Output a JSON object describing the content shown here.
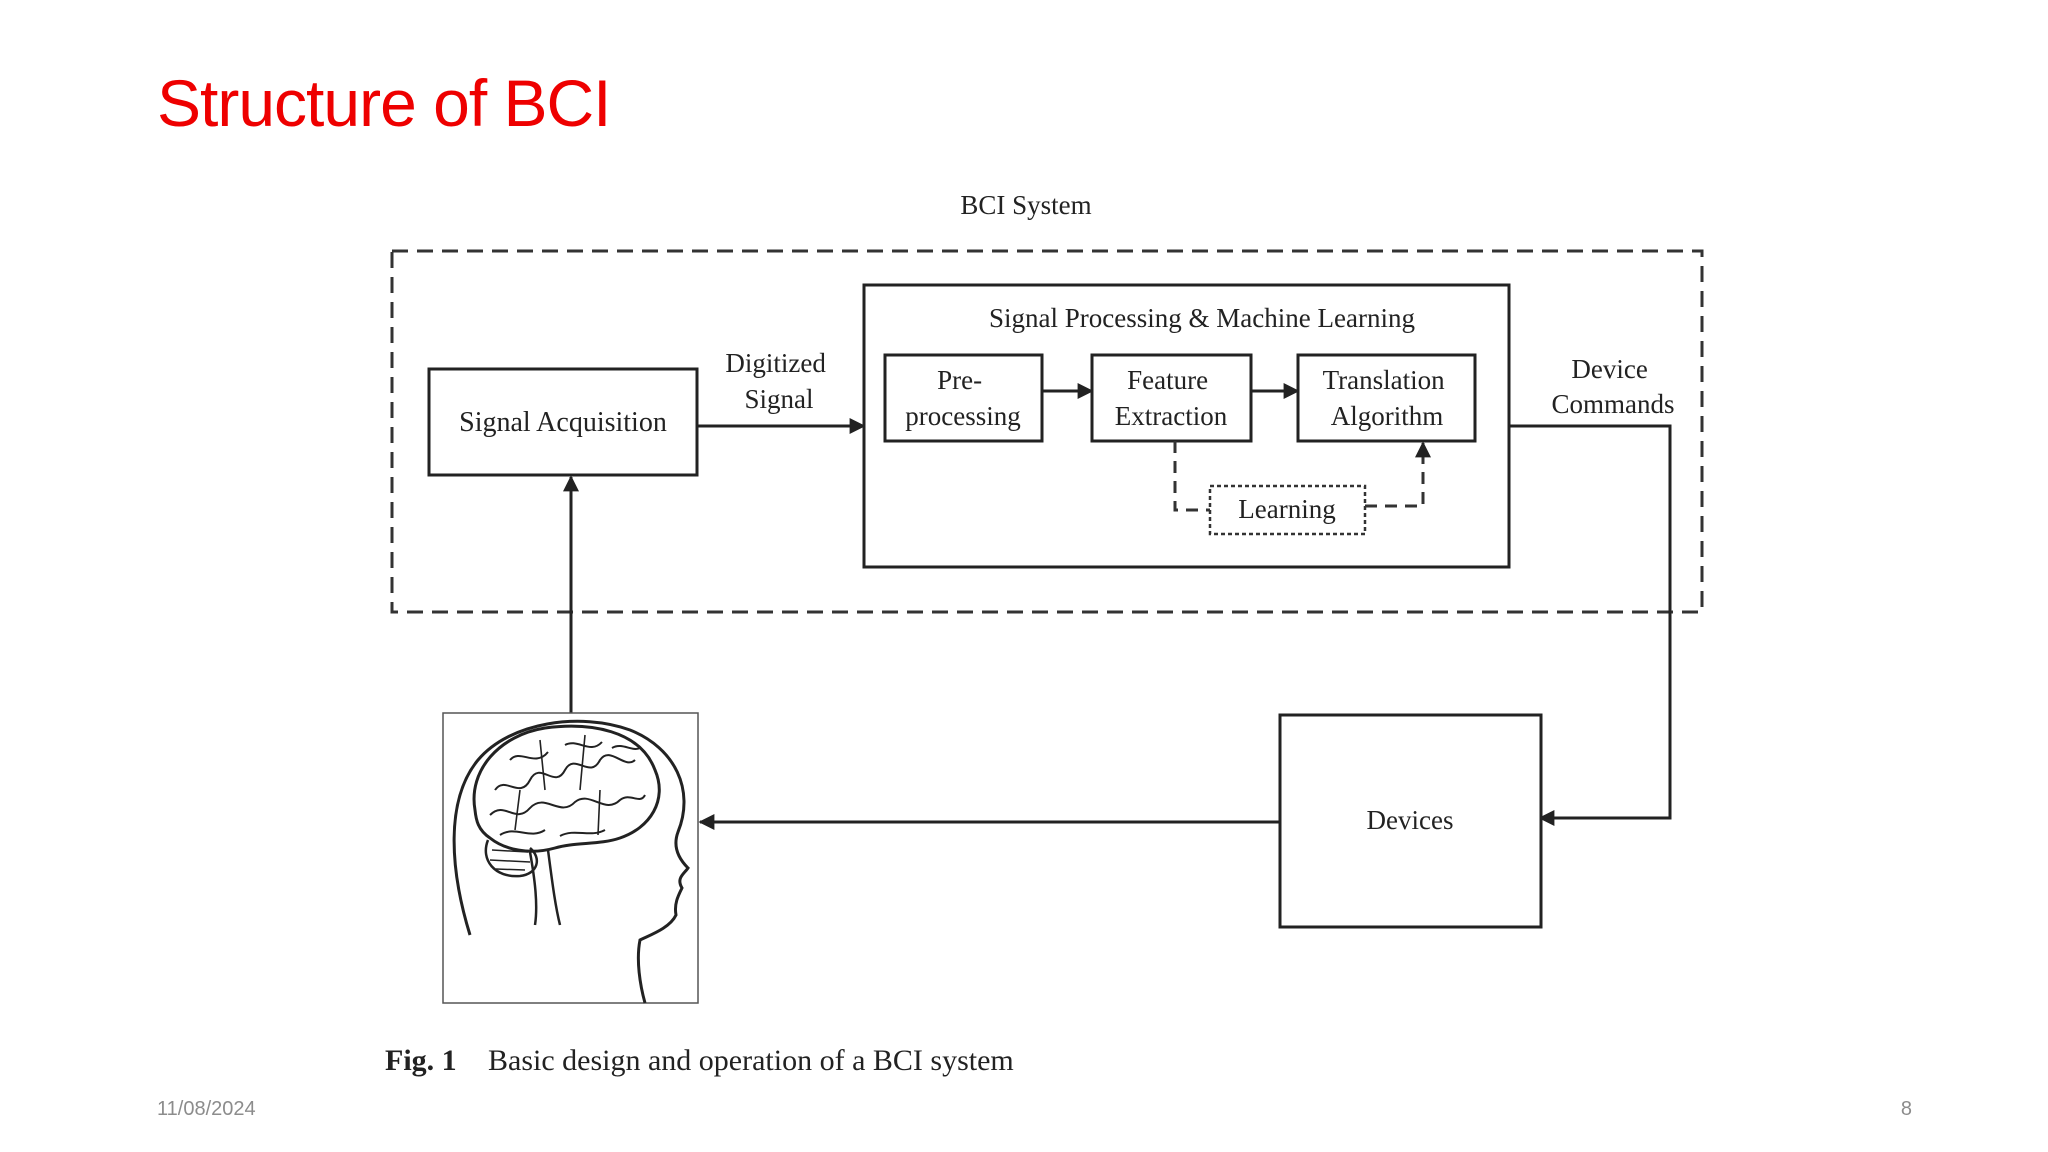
{
  "slide": {
    "title": "Structure of BCI",
    "date": "11/08/2024",
    "page_number": "8"
  },
  "diagram": {
    "system_label": "BCI System",
    "signal_acquisition": "Signal Acquisition",
    "digitized_signal": [
      "Digitized",
      "Signal"
    ],
    "processing_title": "Signal Processing & Machine Learning",
    "preprocessing": [
      "Pre-",
      "processing"
    ],
    "feature_extraction": [
      "Feature",
      "Extraction"
    ],
    "translation_algorithm": [
      "Translation",
      "Algorithm"
    ],
    "learning": "Learning",
    "device_commands": [
      "Device",
      "Commands"
    ],
    "devices": "Devices",
    "caption_prefix": "Fig. 1",
    "caption_text": "Basic design and operation of a BCI system"
  }
}
